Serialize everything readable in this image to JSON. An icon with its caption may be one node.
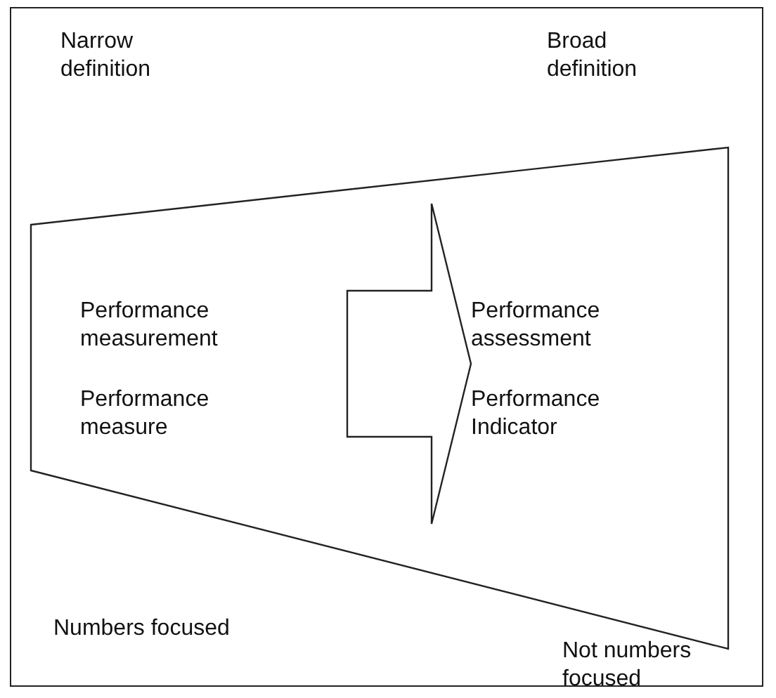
{
  "diagram": {
    "nodes": [
      {
        "text": [],
        "shape": "trapezoid"
      },
      {
        "text": [
          "Performance measurement",
          "Performance measure"
        ],
        "in": 0
      },
      {
        "text": [
          "Performance assessment",
          "Performance Indicator"
        ],
        "in": 0
      }
    ],
    "edges": [
      {
        "from": 1,
        "to": 2,
        "arrow": "to",
        "style": "thick"
      }
    ],
    "labels": [
      "Narrow definition",
      "Broad definition",
      "Numbers focused",
      "Not numbers focused"
    ]
  }
}
